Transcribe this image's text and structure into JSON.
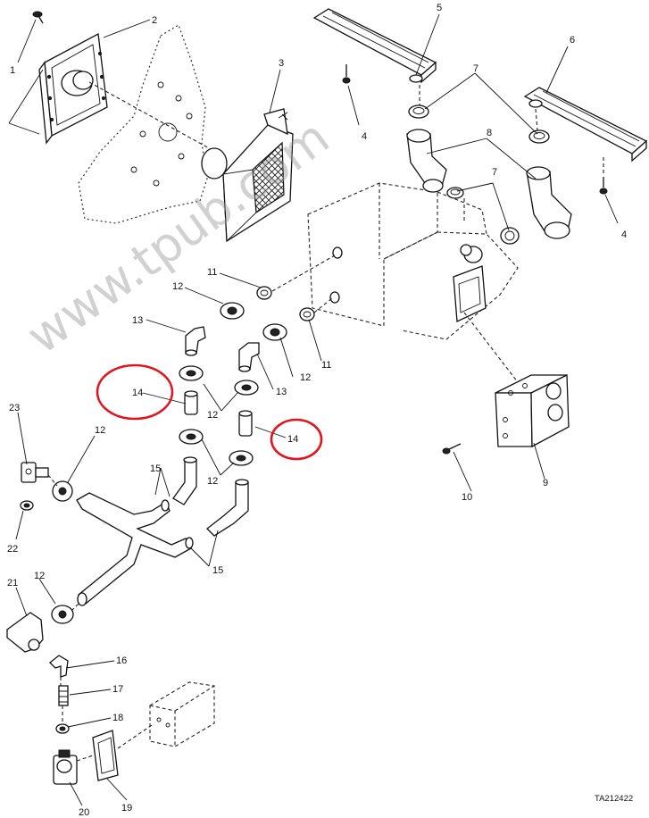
{
  "diagram": {
    "callouts": [
      "1",
      "2",
      "3",
      "4",
      "5",
      "6",
      "7",
      "8",
      "9",
      "10",
      "11",
      "12",
      "13",
      "14",
      "15",
      "16",
      "17",
      "18",
      "19",
      "20",
      "21",
      "22",
      "23"
    ],
    "drawing_code": "TA212422",
    "watermark": "www.tpub.com",
    "highlight_color": "#e0161e"
  }
}
